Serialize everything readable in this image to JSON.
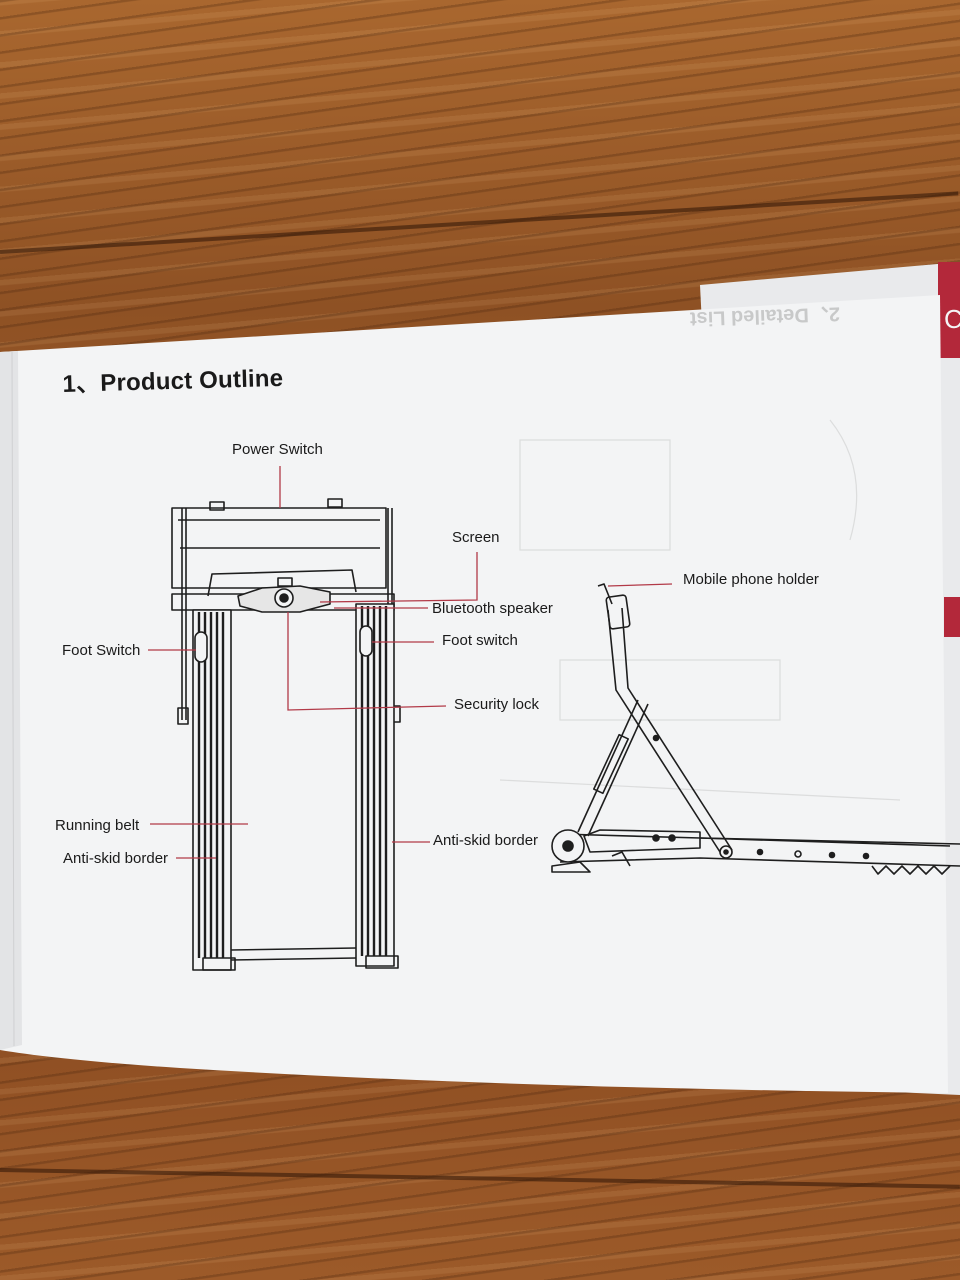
{
  "section": {
    "heading": "1、Product Outline",
    "labels": {
      "power_switch": "Power Switch",
      "screen": "Screen",
      "bluetooth_speaker": "Bluetooth speaker",
      "foot_switch_left": "Foot Switch",
      "foot_switch_right": "Foot switch",
      "security_lock": "Security lock",
      "running_belt": "Running belt",
      "anti_skid_border_left": "Anti-skid border",
      "anti_skid_border_right": "Anti-skid border",
      "mobile_phone_holder": "Mobile phone holder"
    }
  },
  "next_page": {
    "bleed_through_title": "2、Detailed List",
    "tab_letter": "C"
  },
  "colors": {
    "leader_line": "#b23a48",
    "page_tab": "#b3283a",
    "paper": "#f4f5f6",
    "wood": "#9a5a2c"
  },
  "icons": {
    "front_view": "treadmill-front-view-drawing",
    "side_view": "treadmill-side-view-drawing"
  }
}
